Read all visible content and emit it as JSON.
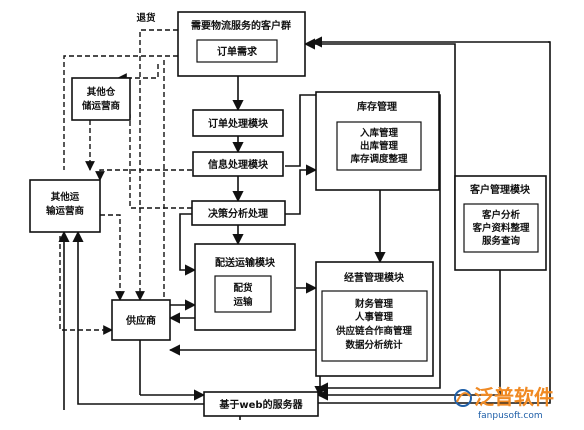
{
  "nodes": {
    "customers": "需要物流服务的客户群",
    "order_demand": "订单需求",
    "order_module": "订单处理模块",
    "info_module": "信息处理模块",
    "decision_module": "决策分析处理",
    "delivery_module": "配送运输模块",
    "delivery_inner": [
      "配货",
      "运输"
    ],
    "supplier": "供应商",
    "inventory": "库存管理",
    "inventory_items": [
      "入库管理",
      "出库管理",
      "库存调度整理"
    ],
    "operations": "经营管理模块",
    "operations_items": [
      "财务管理",
      "人事管理",
      "供应链合作商管理",
      "数据分析统计"
    ],
    "customer_mgmt": "客户管理模块",
    "customer_mgmt_items": [
      "客户分析",
      "客户资料整理",
      "服务查询"
    ],
    "warehouse_vendor": [
      "其他仓",
      "储运营商"
    ],
    "transport_vendor": [
      "其他运",
      "输运营商"
    ],
    "web_server": "基于web的服务器",
    "return_label": "退货"
  },
  "watermark": {
    "brand": "泛普软件",
    "url": "fanpusoft.com"
  },
  "colors": {
    "line": "#111111",
    "watermark": "#f08a24",
    "watermark_url": "#1f5fa8"
  }
}
